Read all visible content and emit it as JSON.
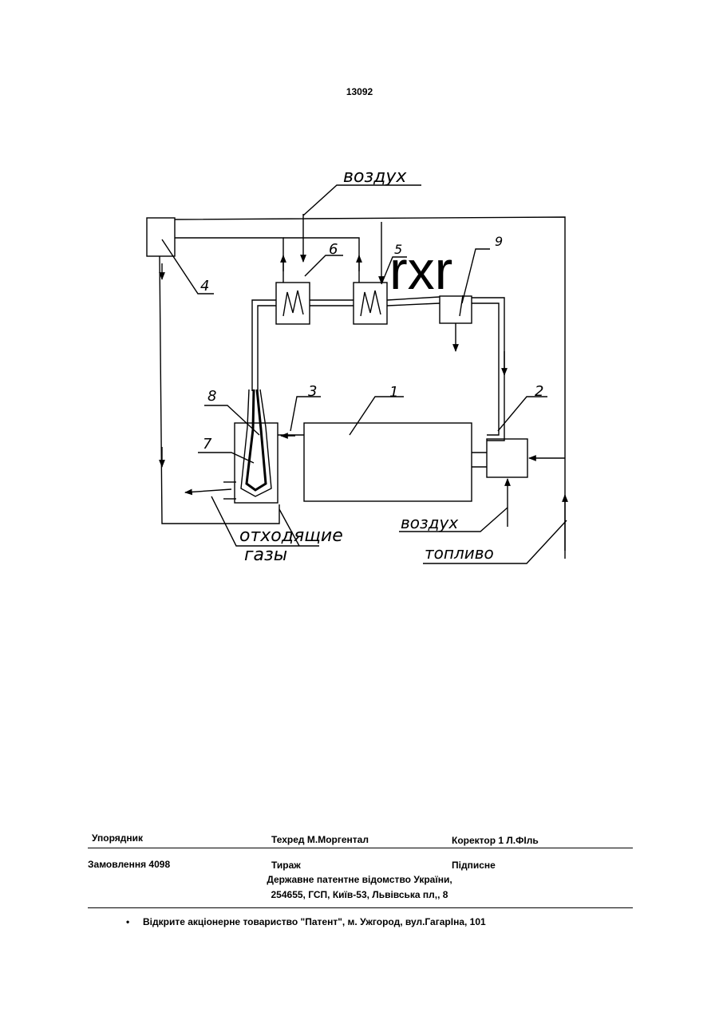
{
  "page_number": "13092",
  "diagram": {
    "labels": {
      "air_top": "воздух",
      "air_bottom": "воздух",
      "fuel": "топливо",
      "exhaust_line1": "отходящие",
      "exhaust_line2": "газы",
      "overlay": "rxr"
    },
    "callouts": [
      "1",
      "2",
      "3",
      "4",
      "5",
      "6",
      "7",
      "8",
      "9"
    ]
  },
  "footer": {
    "compiler": "Упорядник",
    "tech_editor": "Техред М.Моргентал",
    "corrector": "Коректор 1 Л.ФІль",
    "order": "Замовлення 4098",
    "circulation": "Тираж",
    "subscription": "Підписне",
    "office_line1": "Державне патентне відомство України,",
    "office_line2": "254655, ГСП, Київ-53, Львівська пл,, 8",
    "bullet": "•",
    "publisher": "Відкрите акціонерне товариство \"Патент\", м. Ужгород, вул.ГагарІна, 101"
  }
}
